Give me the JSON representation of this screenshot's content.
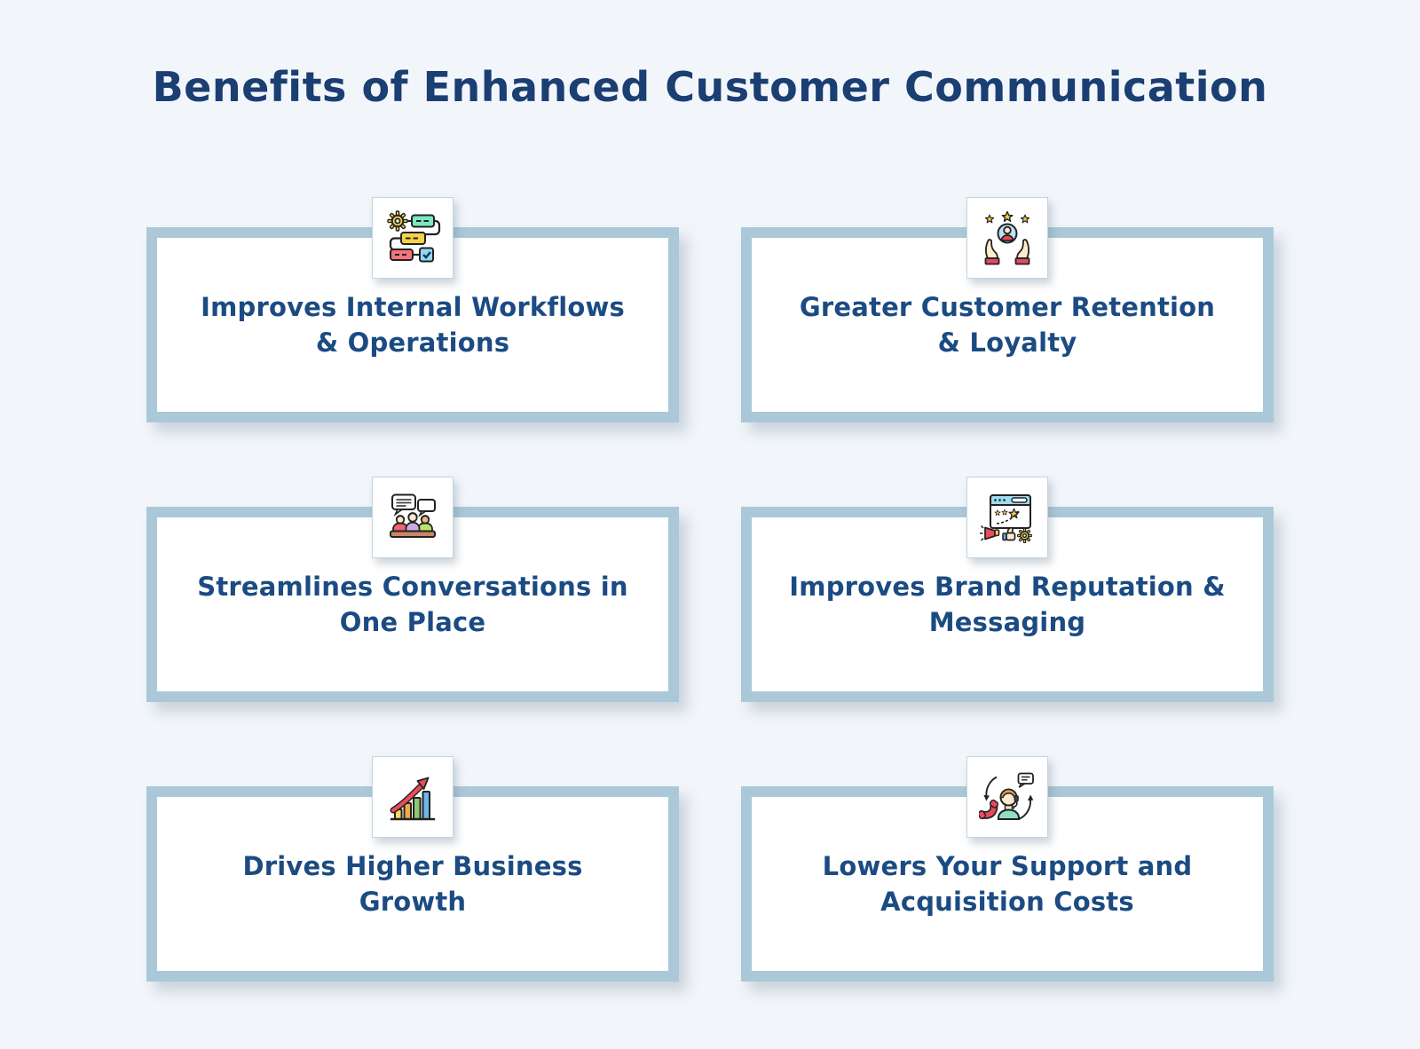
{
  "page": {
    "title": "Benefits of Enhanced Customer Communication"
  },
  "colors": {
    "background": "#f2f6fa",
    "card_border": "#aac8d8",
    "card_background": "#ffffff",
    "title_text": "#1b3e73",
    "card_text": "#1b4b82",
    "icon_accent_red": "#ee4b60",
    "icon_accent_yellow": "#f6d349",
    "icon_accent_green": "#8cc972",
    "icon_accent_blue": "#6cb6ea"
  },
  "cards": [
    {
      "icon": "workflow-icon",
      "label": "Improves Internal Workflows\n& Operations"
    },
    {
      "icon": "customer-retention-icon",
      "label": "Greater Customer Retention\n& Loyalty"
    },
    {
      "icon": "conversations-icon",
      "label": "Streamlines Conversations in\nOne Place"
    },
    {
      "icon": "brand-reputation-icon",
      "label": "Improves Brand Reputation &\nMessaging"
    },
    {
      "icon": "growth-chart-icon",
      "label": "Drives Higher Business\nGrowth"
    },
    {
      "icon": "support-costs-icon",
      "label": "Lowers Your Support and\nAcquisition Costs"
    }
  ]
}
